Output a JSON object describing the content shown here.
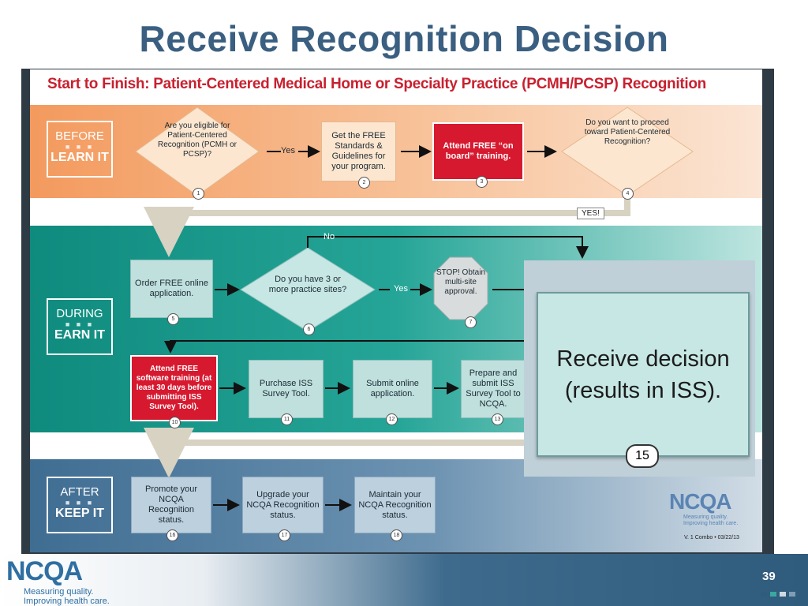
{
  "slide": {
    "title": "Receive Recognition Decision",
    "page_number": "39"
  },
  "chart": {
    "title": "Start to Finish: Patient-Centered Medical Home or Specialty Practice (PCMH/PCSP) Recognition",
    "stages": {
      "before": {
        "top": "BEFORE",
        "bottom": "LEARN IT"
      },
      "during": {
        "top": "DURING",
        "bottom": "EARN IT"
      },
      "after": {
        "top": "AFTER",
        "bottom": "KEEP IT"
      }
    },
    "steps": {
      "s1": "Are you eligible for Patient-Centered Recognition (PCMH or PCSP)?",
      "s2": "Get the FREE Standards & Guidelines for your program.",
      "s3": "Attend FREE “on board” training.",
      "s4": "Do you want to proceed toward Patient-Centered Recognition?",
      "s5": "Order FREE online application.",
      "s6": "Do you have 3 or more practice sites?",
      "s7": "STOP! Obtain multi-site approval.",
      "s10": "Attend FREE software training (at least 30 days before submitting ISS Survey Tool).",
      "s11": "Purchase ISS Survey Tool.",
      "s12": "Submit online application.",
      "s13": "Prepare and submit ISS Survey Tool to NCQA.",
      "s16": "Promote your NCQA Recognition status.",
      "s17": "Upgrade your NCQA Recognition status.",
      "s18": "Maintain your NCQA Recognition status."
    },
    "numbers": {
      "n1": "1",
      "n2": "2",
      "n3": "3",
      "n4": "4",
      "n5": "5",
      "n6": "6",
      "n7": "7",
      "n10": "10",
      "n11": "11",
      "n12": "12",
      "n13": "13",
      "n16": "16",
      "n17": "17",
      "n18": "18"
    },
    "connectors": {
      "yes1": "Yes",
      "yes2": "Yes",
      "no": "No",
      "yes_big": "YES!"
    },
    "zoom": {
      "text": "Receive decision (results in ISS).",
      "number": "15"
    },
    "ncqa": {
      "logo": "NCQA",
      "tagline1": "Measuring quality.",
      "tagline2": "Improving health care."
    },
    "version": "V. 1 Combo • 03/22/13"
  },
  "footer": {
    "logo": "NCQA",
    "tagline1": "Measuring quality.",
    "tagline2": "Improving health care."
  },
  "colors": {
    "title": "#3a5f80",
    "chart_title": "#c8202f",
    "red_box": "#d7192f",
    "before_band": "#f39a5e",
    "during_band": "#0f8b7e",
    "after_band": "#3f6d92"
  }
}
